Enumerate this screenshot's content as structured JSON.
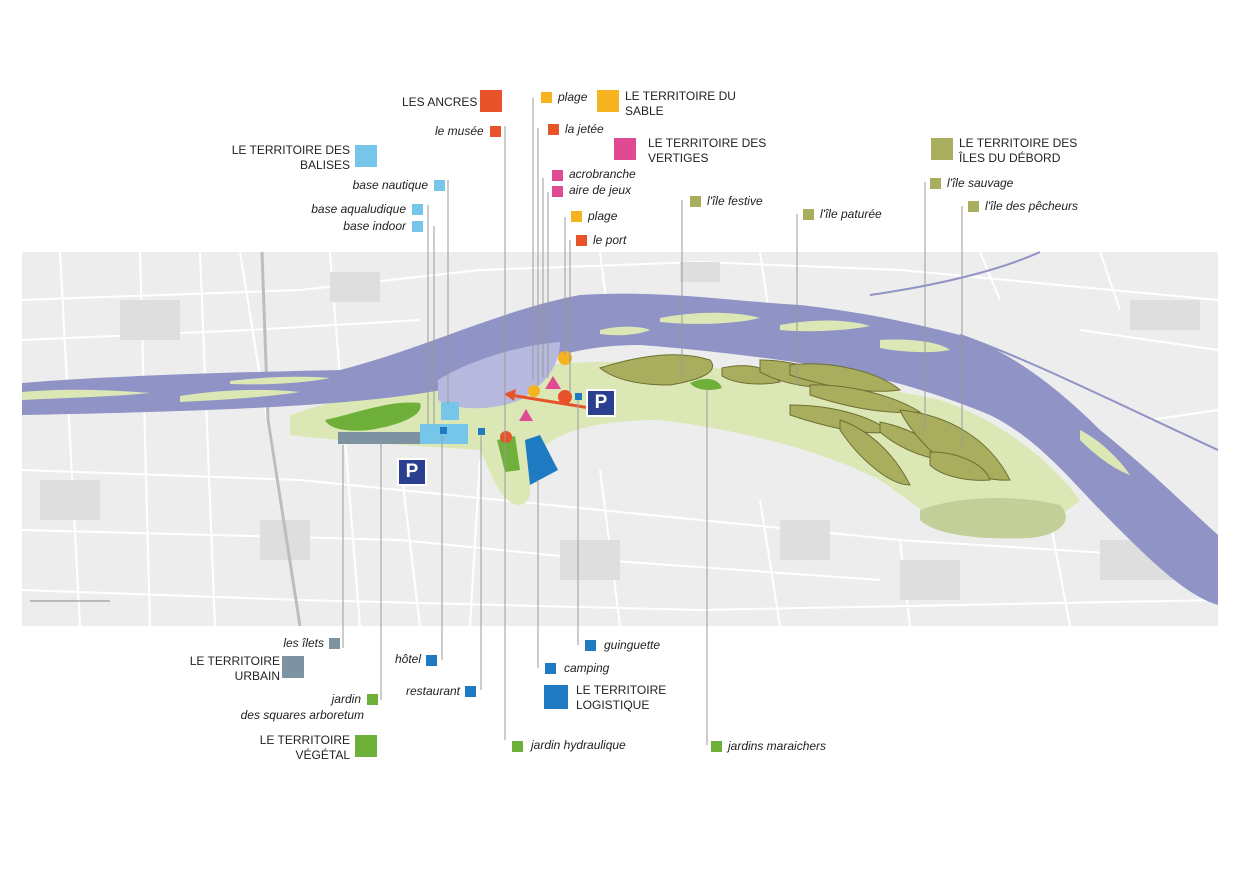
{
  "colors": {
    "river": "#8f93c6",
    "meadow": "#dbe8b6",
    "islands": "#a9ad5e",
    "city_bg": "#ededed",
    "roads": "#ffffff",
    "ancres": "#e8532b",
    "sable": "#f5b320",
    "vertiges": "#e04a93",
    "balises": "#76c6ea",
    "urbain": "#7d93a1",
    "vegetal": "#6fb03a",
    "logistique": "#1f7bc1",
    "debord": "#a9ad5e",
    "parking": "#2a3f8f"
  },
  "legend": {
    "ancres": {
      "title": "LES ANCRES",
      "items": [
        "le musée"
      ]
    },
    "sable": {
      "title_l1": "LE  TERRITOIRE DU",
      "title_l2": "SABLE",
      "items": [
        "plage",
        "plage"
      ]
    },
    "jetee": "la jetée",
    "port": "le port",
    "vertiges": {
      "title_l1": "LE TERRITOIRE DES",
      "title_l2": "VERTIGES",
      "items": [
        "acrobranche",
        "aire de jeux"
      ]
    },
    "balises": {
      "title_l1": "LE TERRITOIRE DES",
      "title_l2": "BALISES",
      "items": [
        "base nautique",
        "base aqualudique",
        "base indoor"
      ]
    },
    "debord": {
      "title_l1": "LE TERRITOIRE DES",
      "title_l2": "ÎLES DU DÉBORD",
      "items": [
        "l'île sauvage",
        "l'île des pêcheurs",
        "l'île festive",
        "l'île paturée"
      ]
    },
    "urbain": {
      "title_l1": "LE TERRITOIRE",
      "title_l2": "URBAIN",
      "items": [
        "les îlets"
      ]
    },
    "vegetal": {
      "title_l1": "LE TERRITOIRE",
      "title_l2": "VÉGÉTAL",
      "items": [
        "jardin",
        "des squares arboretum",
        "jardin hydraulique",
        "jardins maraichers"
      ]
    },
    "logistique": {
      "title_l1": "LE TERRITOIRE",
      "title_l2": "LOGISTIQUE",
      "items": [
        "guinguette",
        "camping",
        "hôtel",
        "restaurant"
      ]
    }
  },
  "parking_label": "P"
}
